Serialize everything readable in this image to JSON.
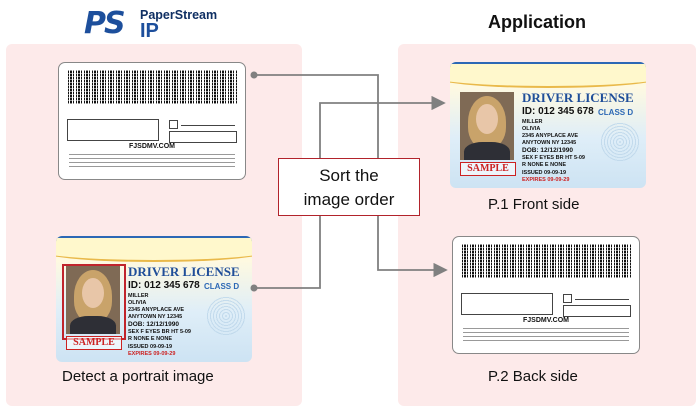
{
  "logo": {
    "mark": "PS",
    "name": "PaperStream",
    "sub": "IP"
  },
  "right_heading": "Application",
  "center_box": {
    "line1": "Sort the",
    "line2": "image order"
  },
  "left_caption": "Detect a portrait image",
  "right_captions": {
    "p1": "P.1   Front side",
    "p2": "P.2   Back side"
  },
  "card_front": {
    "title": "DRIVER LICENSE",
    "id": "ID: 012 345 678",
    "class": "CLASS D",
    "name_last": "MILLER",
    "name_first": "OLIVIA",
    "address1": "2345 ANYPLACE AVE",
    "address2": "ANYTOWN NY 12345",
    "dob": "DOB: 12/12/1990",
    "line_sex": "SEX F  EYES BR  HT 5-09",
    "line_r": "R  NONE     E  NONE",
    "issued": "ISSUED  09-09-19",
    "expires": "EXPIRES  09-09-29",
    "stamp": "SAMPLE"
  },
  "card_back": {
    "site": "FJSDMV.COM"
  },
  "colors": {
    "panel_bg": "#fdeaea",
    "accent_red": "#b2232b",
    "brand_blue": "#1d4f9c",
    "arrow_gray": "#808080"
  }
}
